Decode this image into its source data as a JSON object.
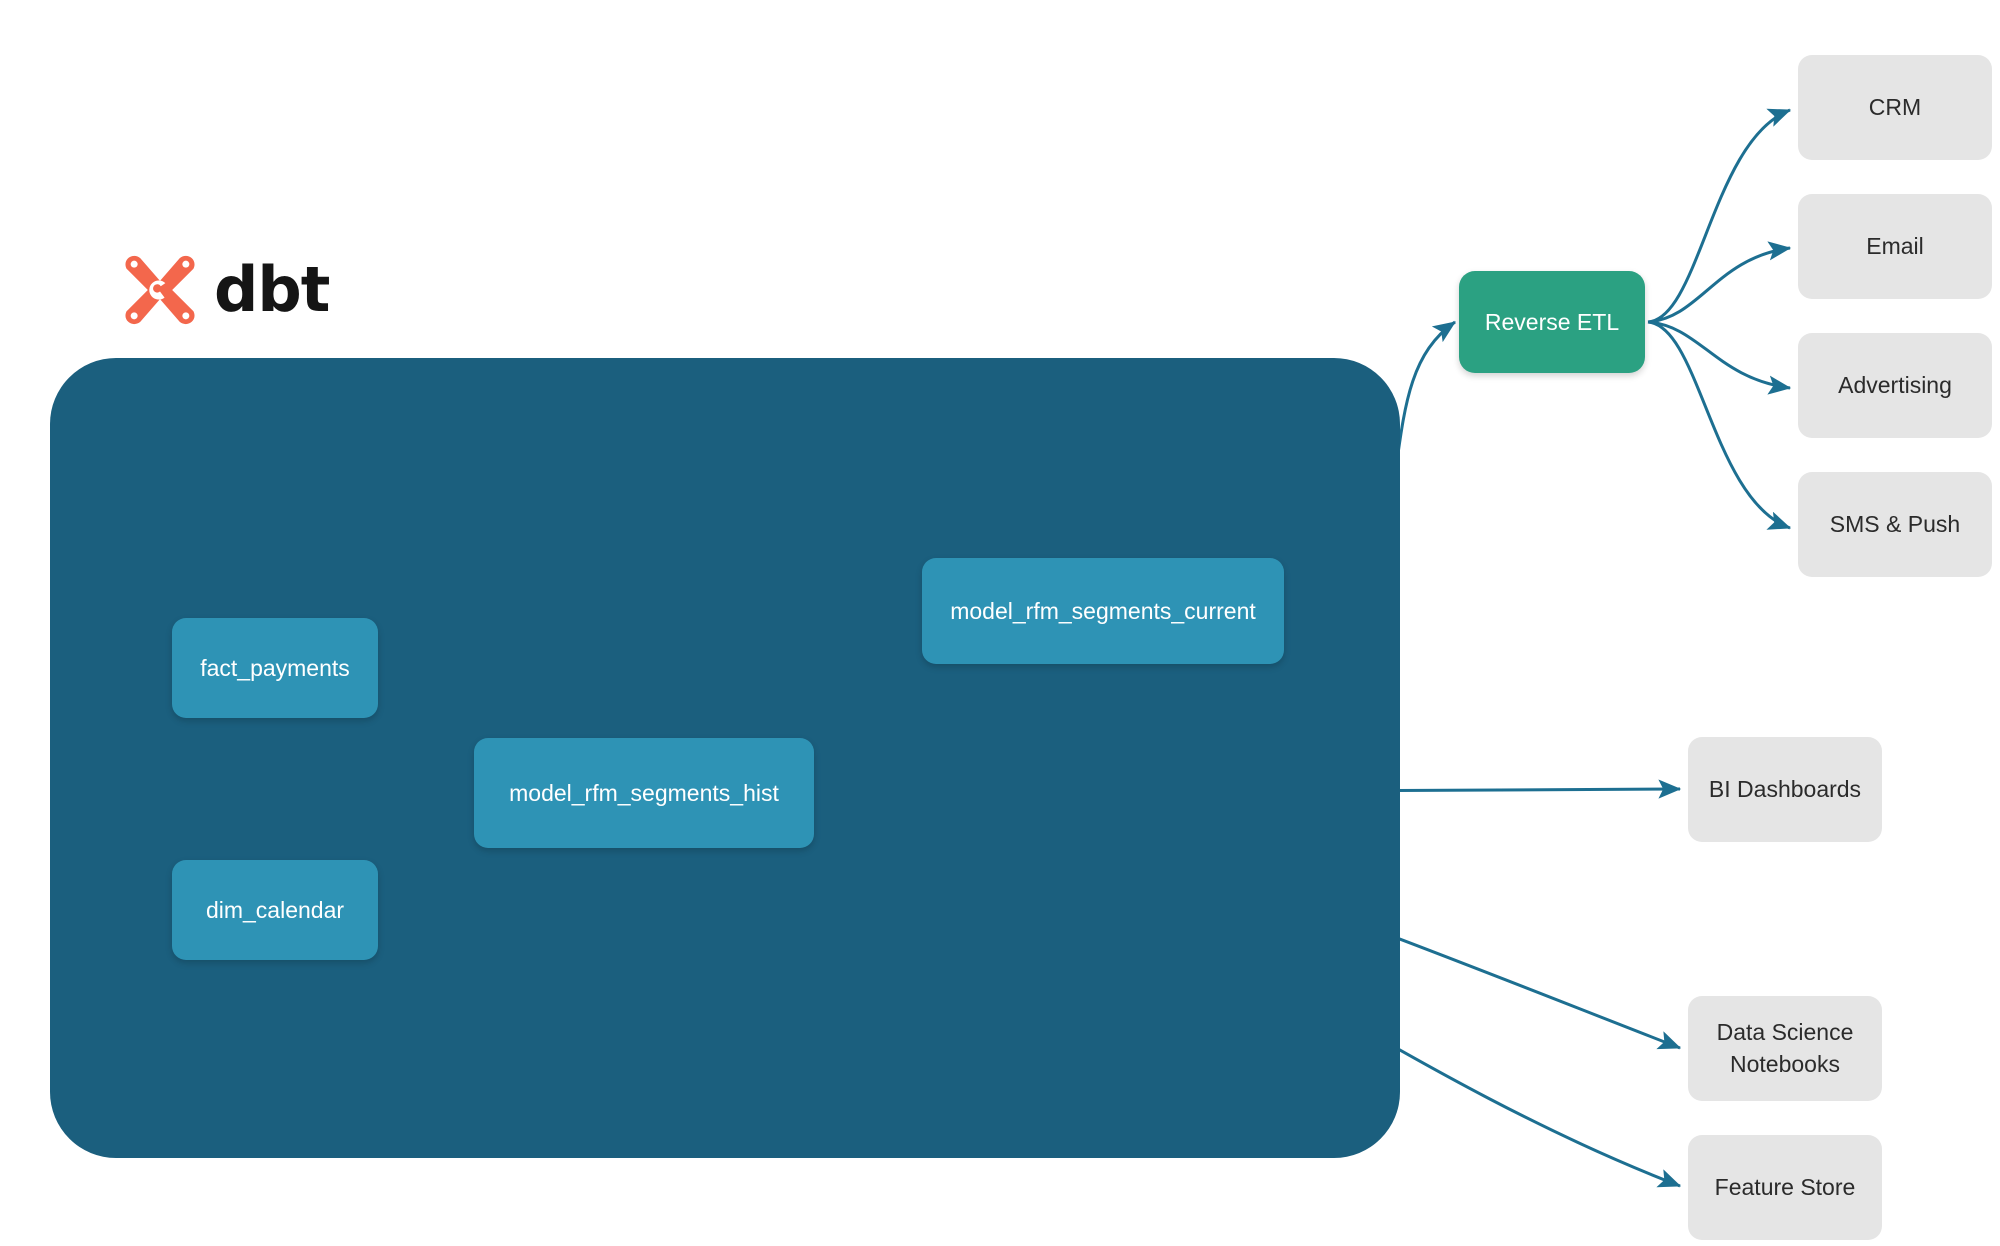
{
  "brand": {
    "name": "dbt",
    "logo_icon": "dbt-logo-icon",
    "logo_color": "#f3674c"
  },
  "colors": {
    "warehouse_panel": "#1b5f7e",
    "model_node": "#2e93b5",
    "reverse_etl_node": "#2ba182",
    "destination_node": "#e5e5e5",
    "edge_outer": "#1d6f91",
    "edge_inner": "#3a9cbd"
  },
  "warehouse": {
    "name": "dbt-warehouse-panel",
    "models": [
      {
        "id": "fact_payments",
        "label": "fact_payments"
      },
      {
        "id": "dim_calendar",
        "label": "dim_calendar"
      },
      {
        "id": "model_rfm_segments_hist",
        "label": "model_rfm_segments_hist"
      },
      {
        "id": "model_rfm_segments_current",
        "label": "model_rfm_segments_current"
      }
    ]
  },
  "activation": {
    "reverse_etl": {
      "label": "Reverse ETL"
    },
    "destinations": [
      {
        "id": "crm",
        "label": "CRM"
      },
      {
        "id": "email",
        "label": "Email"
      },
      {
        "id": "advertising",
        "label": "Advertising"
      },
      {
        "id": "sms_push",
        "label": "SMS & Push"
      }
    ]
  },
  "consumers": [
    {
      "id": "bi_dashboards",
      "label": "BI Dashboards"
    },
    {
      "id": "data_science_notebooks",
      "label": "Data Science\nNotebooks",
      "line1": "Data Science",
      "line2": "Notebooks"
    },
    {
      "id": "feature_store",
      "label": "Feature Store"
    }
  ],
  "chart_data": {
    "type": "diagram",
    "title": "dbt RFM segmentation lineage and activation",
    "nodes": [
      {
        "id": "fact_payments",
        "label": "fact_payments",
        "group": "warehouse",
        "kind": "source-model"
      },
      {
        "id": "dim_calendar",
        "label": "dim_calendar",
        "group": "warehouse",
        "kind": "source-model"
      },
      {
        "id": "model_rfm_segments_hist",
        "label": "model_rfm_segments_hist",
        "group": "warehouse",
        "kind": "model"
      },
      {
        "id": "model_rfm_segments_current",
        "label": "model_rfm_segments_current",
        "group": "warehouse",
        "kind": "model"
      },
      {
        "id": "reverse_etl",
        "label": "Reverse ETL",
        "group": "activation",
        "kind": "service"
      },
      {
        "id": "crm",
        "label": "CRM",
        "group": "destination"
      },
      {
        "id": "email",
        "label": "Email",
        "group": "destination"
      },
      {
        "id": "advertising",
        "label": "Advertising",
        "group": "destination"
      },
      {
        "id": "sms_push",
        "label": "SMS & Push",
        "group": "destination"
      },
      {
        "id": "bi_dashboards",
        "label": "BI Dashboards",
        "group": "consumer"
      },
      {
        "id": "data_science_notebooks",
        "label": "Data Science Notebooks",
        "group": "consumer"
      },
      {
        "id": "feature_store",
        "label": "Feature Store",
        "group": "consumer"
      }
    ],
    "edges": [
      {
        "from": "fact_payments",
        "to": "model_rfm_segments_hist"
      },
      {
        "from": "dim_calendar",
        "to": "model_rfm_segments_hist"
      },
      {
        "from": "model_rfm_segments_hist",
        "to": "model_rfm_segments_current"
      },
      {
        "from": "model_rfm_segments_current",
        "to": "reverse_etl"
      },
      {
        "from": "reverse_etl",
        "to": "crm"
      },
      {
        "from": "reverse_etl",
        "to": "email"
      },
      {
        "from": "reverse_etl",
        "to": "advertising"
      },
      {
        "from": "reverse_etl",
        "to": "sms_push"
      },
      {
        "from": "model_rfm_segments_hist",
        "to": "bi_dashboards"
      },
      {
        "from": "model_rfm_segments_hist",
        "to": "data_science_notebooks"
      },
      {
        "from": "model_rfm_segments_hist",
        "to": "feature_store"
      }
    ]
  }
}
